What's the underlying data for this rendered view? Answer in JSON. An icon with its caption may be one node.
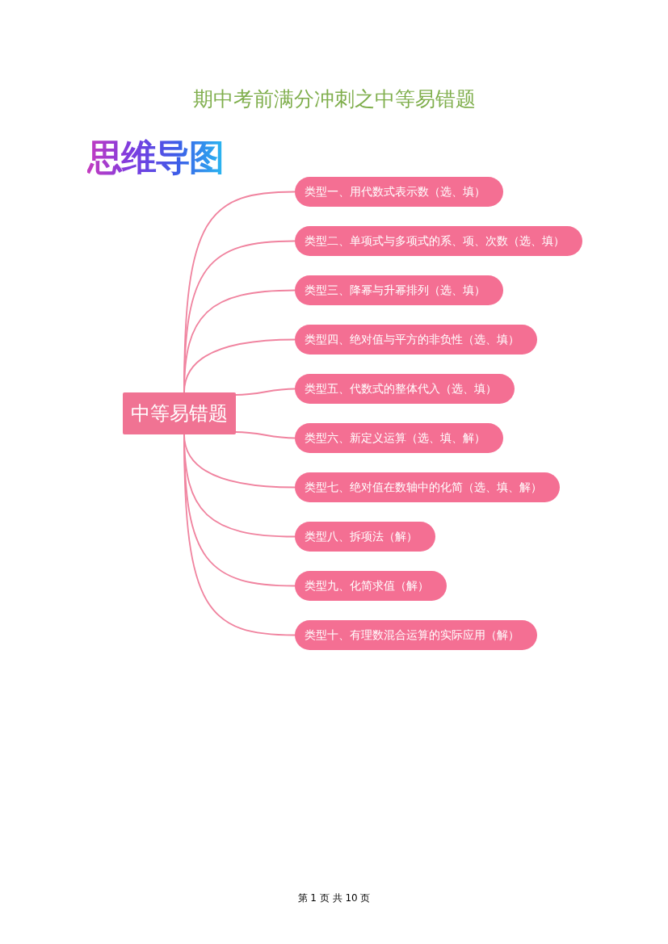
{
  "diagram": {
    "title": "期中考前满分冲刺之中等易错题",
    "nodes": [
      {
        "text": [
          "中等易错题"
        ]
      },
      {
        "text": [
          "类型一、用代数式表示数（选、填）"
        ]
      },
      {
        "text": [
          "类型二、单项式与多项式的系、项、次数（选、填）"
        ]
      },
      {
        "text": [
          "类型三、降幂与升幂排列（选、填）"
        ]
      },
      {
        "text": [
          "类型四、绝对值与平方的非负性（选、填）"
        ]
      },
      {
        "text": [
          "类型五、代数式的整体代入（选、填）"
        ]
      },
      {
        "text": [
          "类型六、新定义运算（选、填、解）"
        ]
      },
      {
        "text": [
          "类型七、绝对值在数轴中的化简（选、填、解）"
        ]
      },
      {
        "text": [
          "类型八、拆项法（解）"
        ]
      },
      {
        "text": [
          "类型九、化简求值（解）"
        ]
      },
      {
        "text": [
          "类型十、有理数混合运算的实际应用（解）"
        ]
      }
    ],
    "edges": [
      {
        "from": 0,
        "to": 1,
        "arrow": "none"
      },
      {
        "from": 0,
        "to": 2,
        "arrow": "none"
      },
      {
        "from": 0,
        "to": 3,
        "arrow": "none"
      },
      {
        "from": 0,
        "to": 4,
        "arrow": "none"
      },
      {
        "from": 0,
        "to": 5,
        "arrow": "none"
      },
      {
        "from": 0,
        "to": 6,
        "arrow": "none"
      },
      {
        "from": 0,
        "to": 7,
        "arrow": "none"
      },
      {
        "from": 0,
        "to": 8,
        "arrow": "none"
      },
      {
        "from": 0,
        "to": 9,
        "arrow": "none"
      },
      {
        "from": 0,
        "to": 10,
        "arrow": "none"
      }
    ],
    "labels": [
      "思维导图",
      "第 1 页 共 10 页"
    ]
  }
}
